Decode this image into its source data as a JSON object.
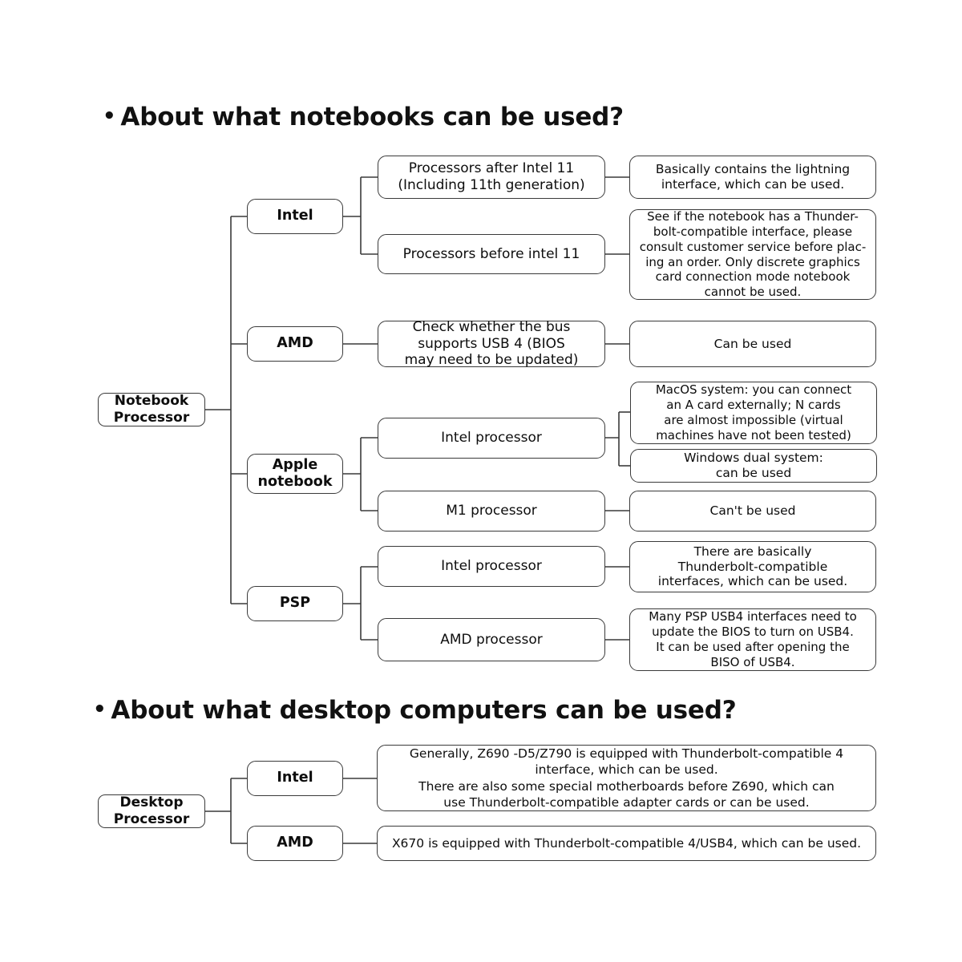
{
  "page": {
    "background": "#ffffff",
    "line_color": "#3a3a3a",
    "text_color": "#0d0d0d"
  },
  "sections": [
    {
      "id": "notebooks",
      "heading": "About what notebooks can be used?",
      "bullet": "•",
      "root": "Notebook\nProcessor",
      "branches": [
        {
          "label": "Intel",
          "children": [
            {
              "label": "Processors after Intel 11\n(Including 11th generation)",
              "results": [
                "Basically contains the lightning\ninterface, which can be used."
              ]
            },
            {
              "label": "Processors before intel 11",
              "results": [
                "See if the notebook has a Thunder-\nbolt-compatible interface, please\nconsult customer service before plac-\ning an order. Only discrete graphics\ncard connection mode notebook\ncannot be used."
              ]
            }
          ]
        },
        {
          "label": "AMD",
          "children": [
            {
              "label": "Check whether the bus\nsupports USB 4 (BIOS\nmay need to be updated)",
              "results": [
                "Can be used"
              ]
            }
          ]
        },
        {
          "label": "Apple\nnotebook",
          "children": [
            {
              "label": "Intel processor",
              "results": [
                "MacOS system: you can connect\nan A card externally; N cards\nare almost impossible (virtual\nmachines have not been tested)",
                "Windows dual system:\ncan be used"
              ]
            },
            {
              "label": "M1 processor",
              "results": [
                "Can't be used"
              ]
            }
          ]
        },
        {
          "label": "PSP",
          "children": [
            {
              "label": "Intel processor",
              "results": [
                "There are basically\nThunderbolt-compatible\ninterfaces, which can be used."
              ]
            },
            {
              "label": "AMD processor",
              "results": [
                "Many PSP USB4 interfaces need to\nupdate the BIOS to turn on USB4.\nIt can be used after opening the\nBISO of USB4."
              ]
            }
          ]
        }
      ]
    },
    {
      "id": "desktops",
      "heading": "About what desktop computers can be used?",
      "bullet": "•",
      "root": "Desktop\nProcessor",
      "branches": [
        {
          "label": "Intel",
          "children": [
            {
              "label": "Generally, Z690 -D5/Z790 is equipped with Thunderbolt-compatible 4\ninterface, which can be used.\nThere are also some special motherboards before Z690, which can\nuse Thunderbolt-compatible  adapter cards or can be used.",
              "results": []
            }
          ]
        },
        {
          "label": "AMD",
          "children": [
            {
              "label": "X670 is equipped with Thunderbolt-compatible 4/USB4, which can be used.",
              "results": []
            }
          ]
        }
      ]
    }
  ]
}
